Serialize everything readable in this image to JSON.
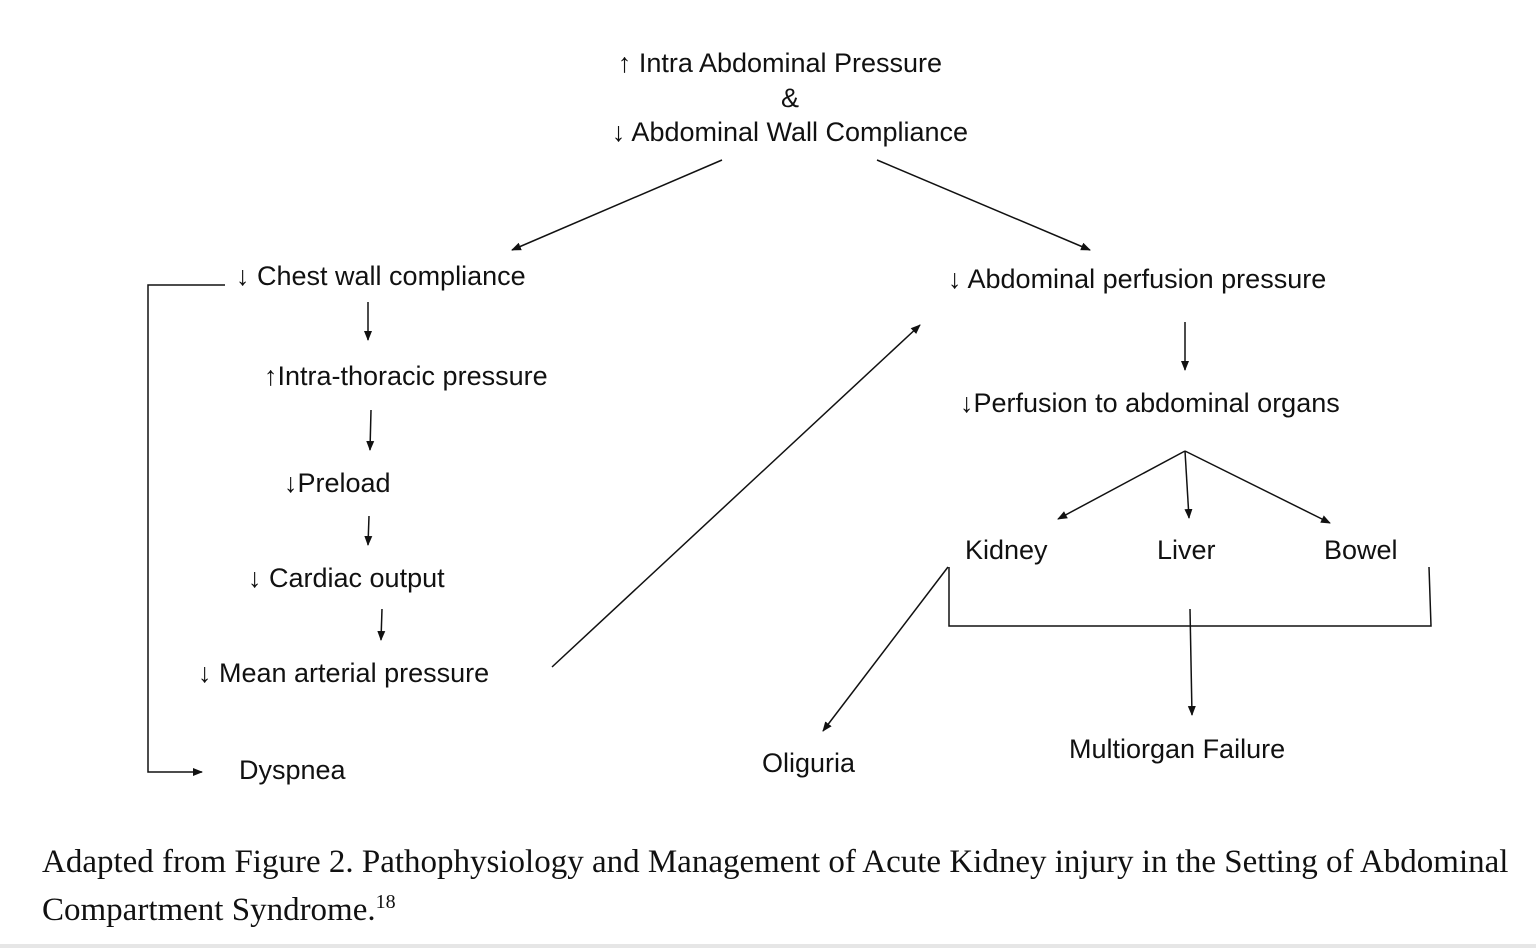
{
  "diagram": {
    "top": {
      "line1": "↑ Intra Abdominal Pressure",
      "line2": "&",
      "line3": "↓ Abdominal Wall Compliance"
    },
    "left": {
      "chest_wall": "↓ Chest wall compliance",
      "intrathoracic": "↑Intra-thoracic pressure",
      "preload": "↓Preload",
      "cardiac_output": "↓ Cardiac output",
      "map": "↓ Mean arterial pressure",
      "dyspnea": "Dyspnea"
    },
    "right": {
      "app": "↓ Abdominal perfusion pressure",
      "perfusion": "↓Perfusion to abdominal organs",
      "kidney": "Kidney",
      "liver": "Liver",
      "bowel": "Bowel",
      "oliguria": "Oliguria",
      "multiorgan": "Multiorgan Failure"
    }
  },
  "caption": {
    "text": "Adapted from Figure 2. Pathophysiology and Management of Acute Kidney injury in the Setting of Abdominal Compartment Syndrome.",
    "superscript": "18"
  }
}
